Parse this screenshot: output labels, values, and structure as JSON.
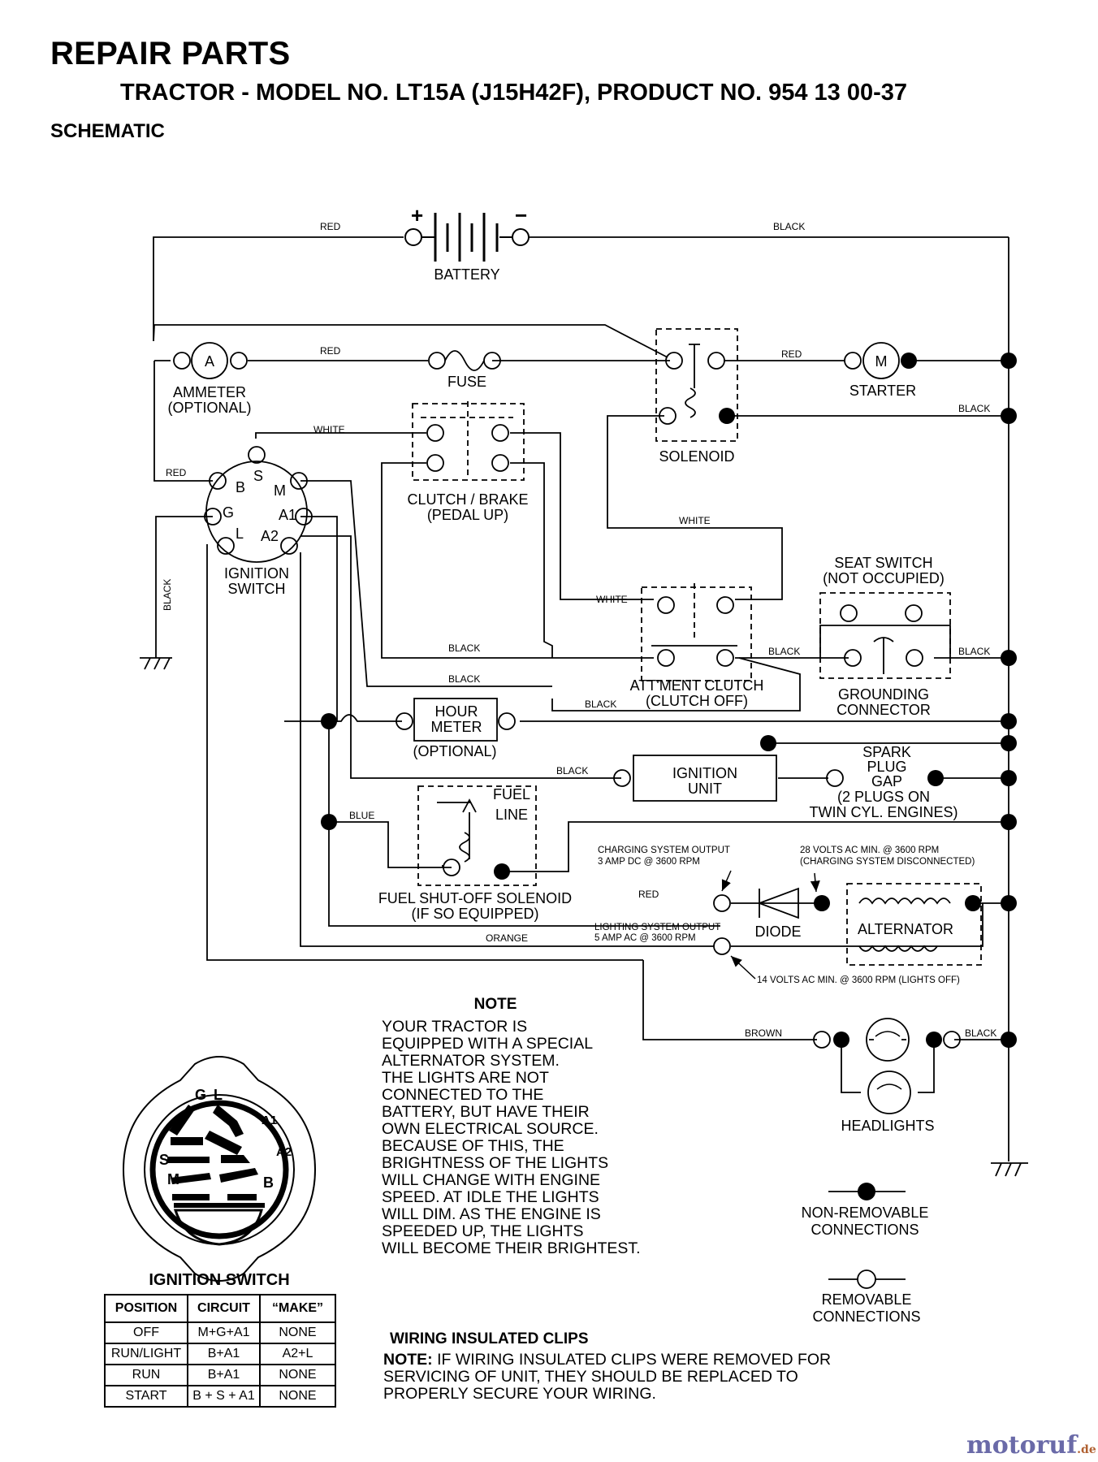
{
  "header": {
    "title": "REPAIR PARTS",
    "subtitle": "TRACTOR - MODEL NO. LT15A (J15H42F), PRODUCT NO. 954 13 00-37",
    "section": "SCHEMATIC"
  },
  "components": {
    "battery": "BATTERY",
    "battery_plus": "+",
    "battery_minus": "−",
    "ammeter_symbol": "A",
    "ammeter_l1": "AMMETER",
    "ammeter_l2": "(OPTIONAL)",
    "fuse": "FUSE",
    "solenoid": "SOLENOID",
    "starter_symbol": "M",
    "starter": "STARTER",
    "clutch_l1": "CLUTCH / BRAKE",
    "clutch_l2": "(PEDAL UP)",
    "ignition_l1": "IGNITION",
    "ignition_l2": "SWITCH",
    "term_B": "B",
    "term_S": "S",
    "term_M": "M",
    "term_G": "G",
    "term_A1": "A1",
    "term_L": "L",
    "term_A2": "A2",
    "seat_l1": "SEAT SWITCH",
    "seat_l2": "(NOT OCCUPIED)",
    "ground_l1": "GROUNDING",
    "ground_l2": "CONNECTOR",
    "attment_l1": "ATT'MENT CLUTCH",
    "attment_l2": "(CLUTCH OFF)",
    "hour_l1": "HOUR",
    "hour_l2": "METER",
    "hour_l3": "(OPTIONAL)",
    "ign_unit_l1": "IGNITION",
    "ign_unit_l2": "UNIT",
    "spark_l1": "SPARK",
    "spark_l2": "PLUG",
    "spark_l3": "GAP",
    "spark_l4": "(2 PLUGS ON",
    "spark_l5": "TWIN CYL. ENGINES)",
    "fuel_line_l1": "FUEL",
    "fuel_line_l2": "LINE",
    "fuel_sol_l1": "FUEL SHUT-OFF SOLENOID",
    "fuel_sol_l2": "(IF SO EQUIPPED)",
    "diode": "DIODE",
    "alternator": "ALTERNATOR",
    "headlights": "HEADLIGHTS",
    "charging_l1": "CHARGING SYSTEM OUTPUT",
    "charging_l2": "3 AMP DC @ 3600 RPM",
    "volts28_l1": "28 VOLTS AC MIN. @ 3600 RPM",
    "volts28_l2": "(CHARGING SYSTEM DISCONNECTED)",
    "lighting_l1": "LIGHTING SYSTEM OUTPUT",
    "lighting_l2": "5 AMP AC @ 3600 RPM",
    "volts14": "14 VOLTS AC MIN. @ 3600 RPM (LIGHTS OFF)"
  },
  "wires": {
    "red": "RED",
    "black": "BLACK",
    "white": "WHITE",
    "blue": "BLUE",
    "orange": "ORANGE",
    "brown": "BROWN"
  },
  "legend": {
    "non_removable_l1": "NON-REMOVABLE",
    "non_removable_l2": "CONNECTIONS",
    "removable_l1": "REMOVABLE",
    "removable_l2": "CONNECTIONS"
  },
  "note": {
    "heading": "NOTE",
    "body": "YOUR TRACTOR IS\nEQUIPPED WITH A SPECIAL\nALTERNATOR SYSTEM.\nTHE LIGHTS ARE NOT\nCONNECTED TO THE\nBATTERY, BUT HAVE THEIR\nOWN ELECTRICAL SOURCE.\nBECAUSE OF THIS, THE\nBRIGHTNESS OF THE LIGHTS\nWILL CHANGE WITH ENGINE\nSPEED.  AT IDLE THE LIGHTS\nWILL DIM.  AS THE ENGINE IS\nSPEEDED UP, THE LIGHTS\nWILL BECOME THEIR BRIGHTEST."
  },
  "clips": {
    "heading": "WIRING INSULATED CLIPS",
    "note_label": "NOTE:",
    "note_text": " IF WIRING INSULATED CLIPS WERE REMOVED FOR SERVICING OF UNIT, THEY SHOULD BE REPLACED TO PROPERLY SECURE YOUR WIRING."
  },
  "ignition_switch": {
    "title": "IGNITION SWITCH",
    "labels": {
      "G": "G",
      "L": "L",
      "A1": "A1",
      "A2": "A2",
      "S": "S",
      "M": "M",
      "B": "B"
    },
    "headers": [
      "POSITION",
      "CIRCUIT",
      "“MAKE”"
    ],
    "rows": [
      [
        "OFF",
        "M+G+A1",
        "NONE"
      ],
      [
        "RUN/LIGHT",
        "B+A1",
        "A2+L"
      ],
      [
        "RUN",
        "B+A1",
        "NONE"
      ],
      [
        "START",
        "B + S + A1",
        "NONE"
      ]
    ]
  },
  "watermark": {
    "text": "motoruf",
    "suffix": ".de"
  }
}
